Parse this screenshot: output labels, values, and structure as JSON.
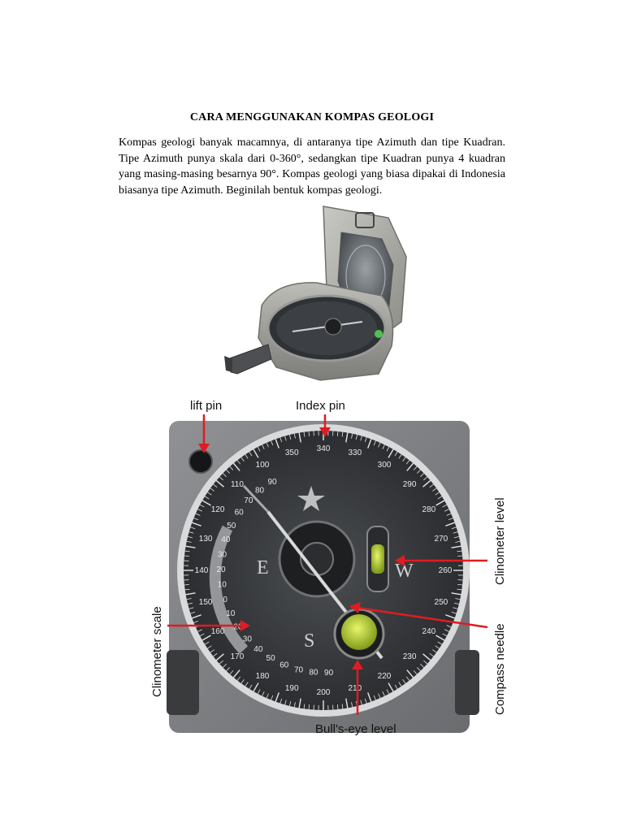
{
  "document": {
    "title": "CARA MENGGUNAKAN KOMPAS GEOLOGI",
    "paragraph": "Kompas geologi banyak macamnya, di antaranya tipe Azimuth dan tipe Kuadran. Tipe Azimuth punya skala dari 0-360°, sedangkan tipe Kuadran punya 4 kuadran yang masing-masing besarnya 90°. Kompas geologi yang biasa dipakai di Indonesia biasanya tipe Azimuth. Beginilah bentuk kompas geologi."
  },
  "diagram": {
    "labels": {
      "lift_pin": "lift pin",
      "index_pin": "Index pin",
      "clinometer_level": "Clinometer level",
      "compass_needle": "Compass needle",
      "clinometer_scale": "Clinometer scale",
      "bulls_eye_level": "Bull's-eye level"
    },
    "dial_letters": {
      "e": "E",
      "w": "W",
      "s": "S"
    },
    "outer_scale": [
      "350",
      "340",
      "330",
      "300",
      "290",
      "280",
      "270",
      "260",
      "250",
      "240",
      "230",
      "220",
      "210",
      "200",
      "190",
      "180",
      "170",
      "160",
      "150",
      "140",
      "130",
      "120",
      "110",
      "100"
    ],
    "inner_scale": [
      "90",
      "80",
      "70",
      "60",
      "50",
      "40",
      "30",
      "20",
      "10",
      "0",
      "10",
      "20",
      "30",
      "40",
      "50",
      "60",
      "70",
      "80",
      "90"
    ],
    "arrow_color": "#e01b24"
  }
}
